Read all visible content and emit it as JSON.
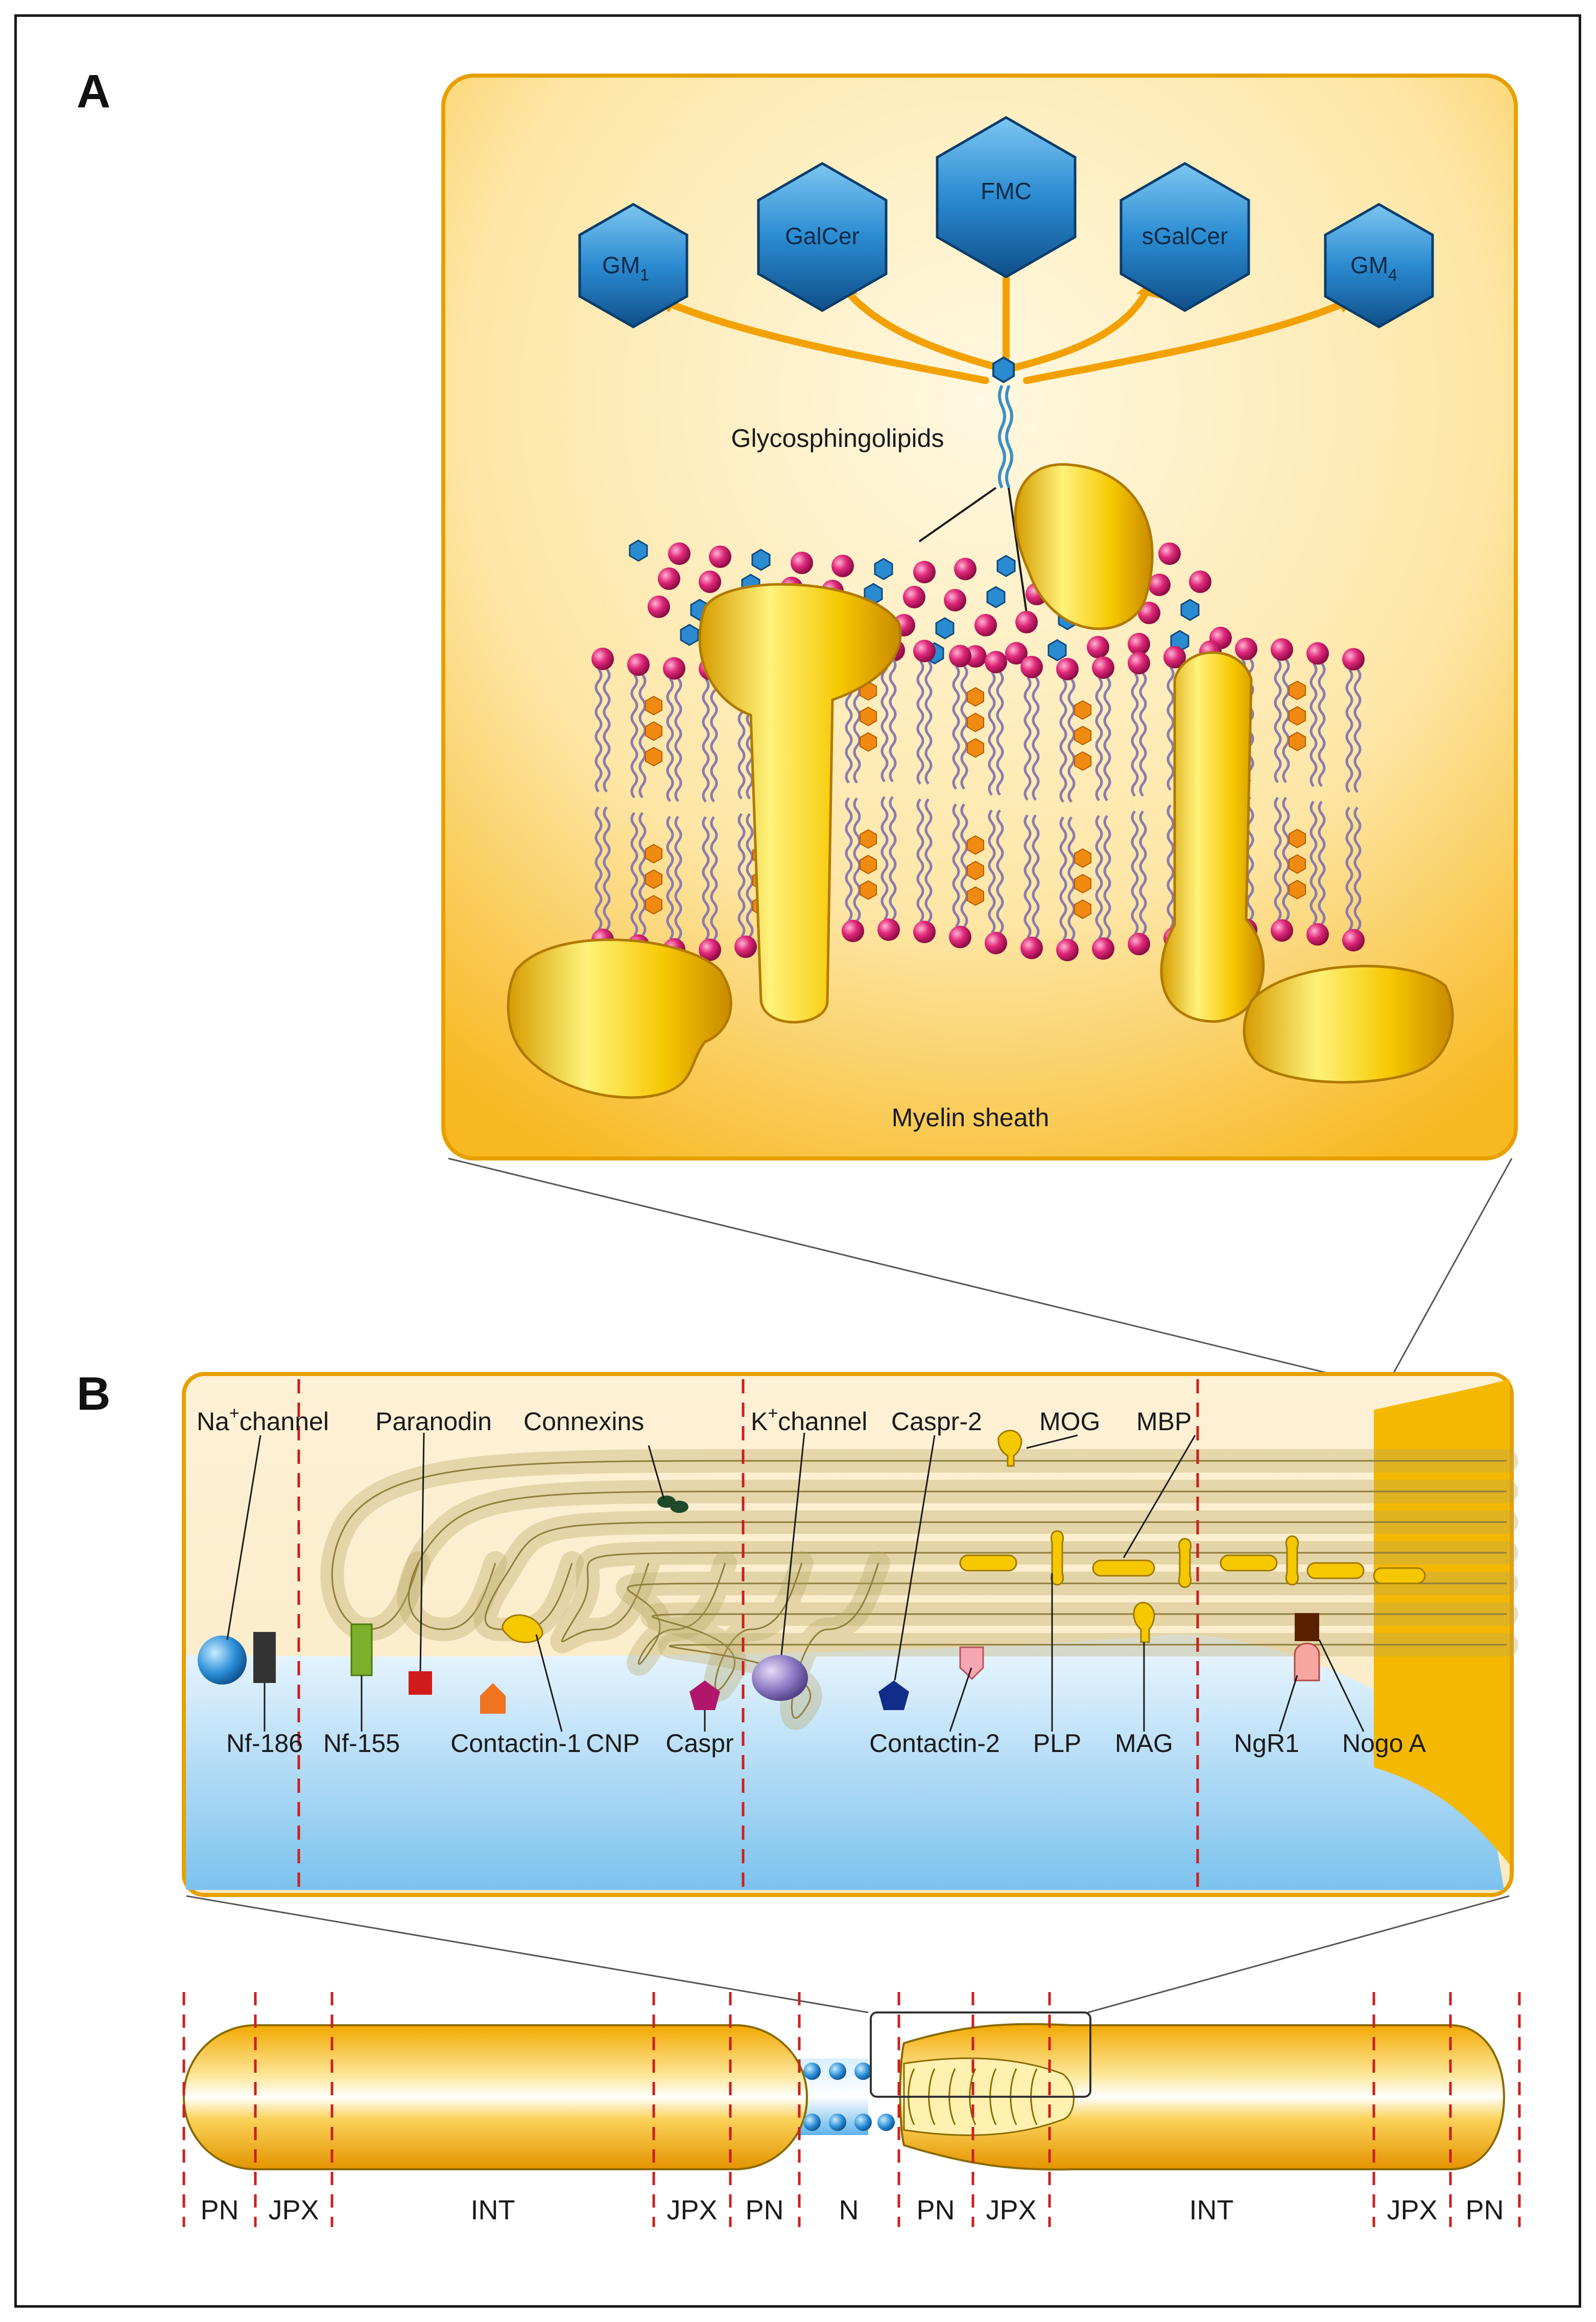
{
  "panels": {
    "a": "A",
    "b": "B"
  },
  "panel_a": {
    "hexagons": [
      {
        "id": "gm1",
        "main": "GM",
        "sub": "1"
      },
      {
        "id": "galcer",
        "main": "GalCer",
        "sub": ""
      },
      {
        "id": "fmc",
        "main": "FMC",
        "sub": ""
      },
      {
        "id": "sgalcer",
        "main": "sGalCer",
        "sub": ""
      },
      {
        "id": "gm4",
        "main": "GM",
        "sub": "4"
      }
    ],
    "glycosphingolipids_label": "Glycosphingolipids",
    "myelin_sheath_label": "Myelin sheath"
  },
  "panel_b": {
    "top_labels": {
      "na_channel": {
        "main": "Na",
        "sup": "+",
        "rest": "channel"
      },
      "paranodin": "Paranodin",
      "connexins": "Connexins",
      "k_channel": {
        "main": "K",
        "sup": "+",
        "rest": "channel"
      },
      "caspr2": "Caspr-2",
      "mog": "MOG",
      "mbp": "MBP"
    },
    "bottom_labels": {
      "nf186": "Nf-186",
      "nf155": "Nf-155",
      "contactin1": "Contactin-1",
      "cnp": "CNP",
      "caspr": "Caspr",
      "contactin2": "Contactin-2",
      "plp": "PLP",
      "mag": "MAG",
      "ngr1": "NgR1",
      "nogoa": "Nogo A"
    },
    "segments": [
      "PN",
      "JPX",
      "INT",
      "JPX",
      "PN",
      "N",
      "PN",
      "JPX",
      "INT",
      "JPX",
      "PN"
    ]
  },
  "colors": {
    "hexagon": "#1f7fc4",
    "myelin": "#f5c000",
    "axon": "#bfe1f7",
    "node_marker": "#cc1f1f",
    "lipid_head": "#e0287a",
    "cholesterol": "#f08a10"
  }
}
